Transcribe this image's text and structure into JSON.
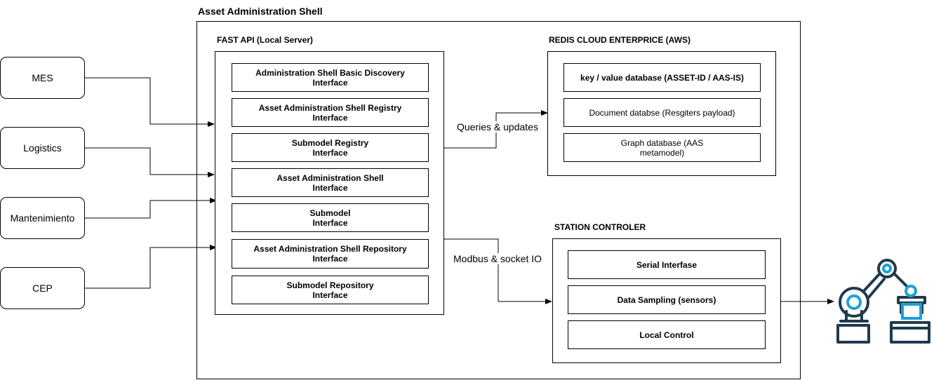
{
  "diagram": {
    "title": "Asset Administration Shell",
    "fastapi": {
      "title": "FAST API (Local Server)",
      "interfaces": [
        "Administration Shell Basic Discovery\nInterface",
        "Asset Administration Shell Registry\nInterface",
        "Submodel Registry\nInterface",
        "Asset Administration Shell\nInterface",
        "Submodel\nInterface",
        "Asset Administration Shell Repository\nInterface",
        "Submodel Repository\nInterface"
      ]
    },
    "redis": {
      "title": "REDIS CLOUD ENTERPRICE (AWS)",
      "items": [
        "key / value database (ASSET-ID / AAS-IS)",
        "Document databse (Resgiters payload)",
        "Graph database (AAS\nmetamodel)"
      ]
    },
    "station": {
      "title": "STATION CONTROLER",
      "items": [
        "Serial Interfase",
        "Data Sampling (sensors)",
        "Local Control"
      ]
    },
    "sources": [
      "MES",
      "Logistics",
      "Mantenimiento",
      "CEP"
    ],
    "edges": {
      "queries": "Queries & updates",
      "modbus": "Modbus & socket IO"
    },
    "icons": {
      "robot": "robot-arm-icon"
    },
    "colors": {
      "robot_dark": "#1f3a4d",
      "robot_accent": "#1ea0d8",
      "line": "#000000"
    }
  }
}
